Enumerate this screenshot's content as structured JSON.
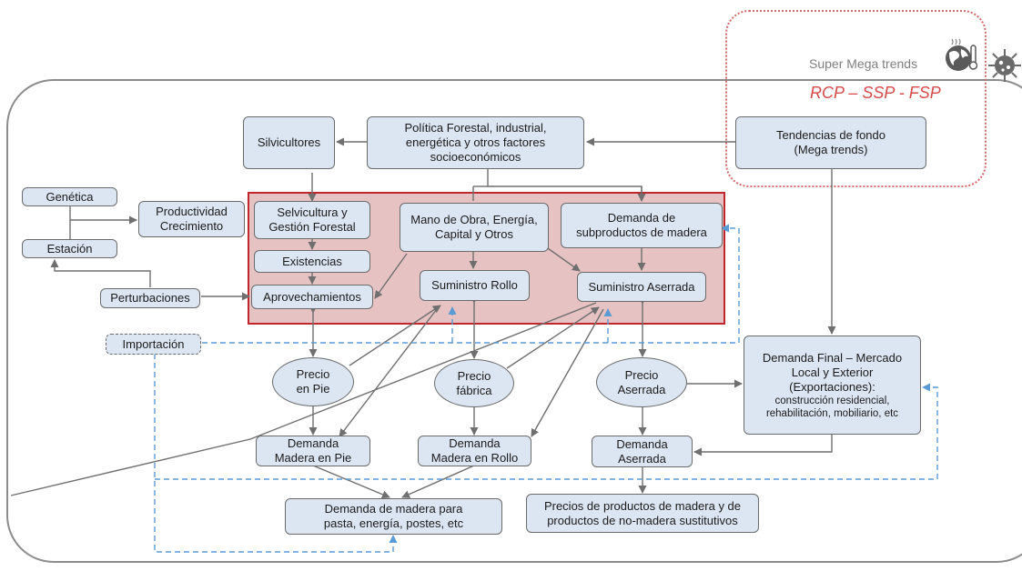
{
  "colors": {
    "node_fill": "#dce6f2",
    "node_border": "#6b6b6b",
    "red_block_fill": "#e7c2c2",
    "red_block_border": "#c0272d",
    "solid_arrow": "#6f6f6f",
    "dashed_arrow": "#5b9bd5",
    "mega_frame": "#d06a6a",
    "rcp_text": "#d64a4a"
  },
  "mega": {
    "super_mega_trends": "Super Mega trends",
    "rcp_ssp_fsp": "RCP – SSP - FSP",
    "icons": [
      "climate-globe-thermometer-icon",
      "covid-virus-icon"
    ]
  },
  "nodes": {
    "genetica": "Genética",
    "estacion": "Estación",
    "productividad": "Productividad\nCrecimiento",
    "perturbaciones": "Perturbaciones",
    "silvicultores": "Silvicultores",
    "politica": "Política  Forestal, industrial,\nenergética y otros factores\nsocioeconómicos",
    "tendencias": "Tendencias de fondo\n(Mega trends)",
    "selvicultura": "Selvicultura y\nGestión Forestal",
    "existencias": "Existencias",
    "aprovechamientos": "Aprovechamientos",
    "mano_obra": "Mano de Obra, Energía,\nCapital y Otros",
    "demanda_subproductos": "Demanda de\nsubproductos de madera",
    "suministro_rollo": "Suministro Rollo",
    "suministro_aserrada": "Suministro Aserrada",
    "importacion": "Importación",
    "precio_pie": "Precio\nen Pie",
    "precio_fabrica": "Precio\nfábrica",
    "precio_aserrada": "Precio\nAserrada",
    "demanda_final": "Demanda Final – Mercado\nLocal y Exterior\n(Exportaciones):",
    "demanda_final_detail": "construcción residencial,\nrehabilitación, mobiliario, etc",
    "demanda_pie": "Demanda\nMadera en Pie",
    "demanda_rollo": "Demanda\nMadera en Rollo",
    "demanda_aserrada": "Demanda\nAserrada",
    "demanda_pasta": "Demanda de madera para\npasta, energía, postes, etc",
    "precios_productos": "Precios de productos de madera y de\nproductos de no-madera sustitutivos"
  }
}
